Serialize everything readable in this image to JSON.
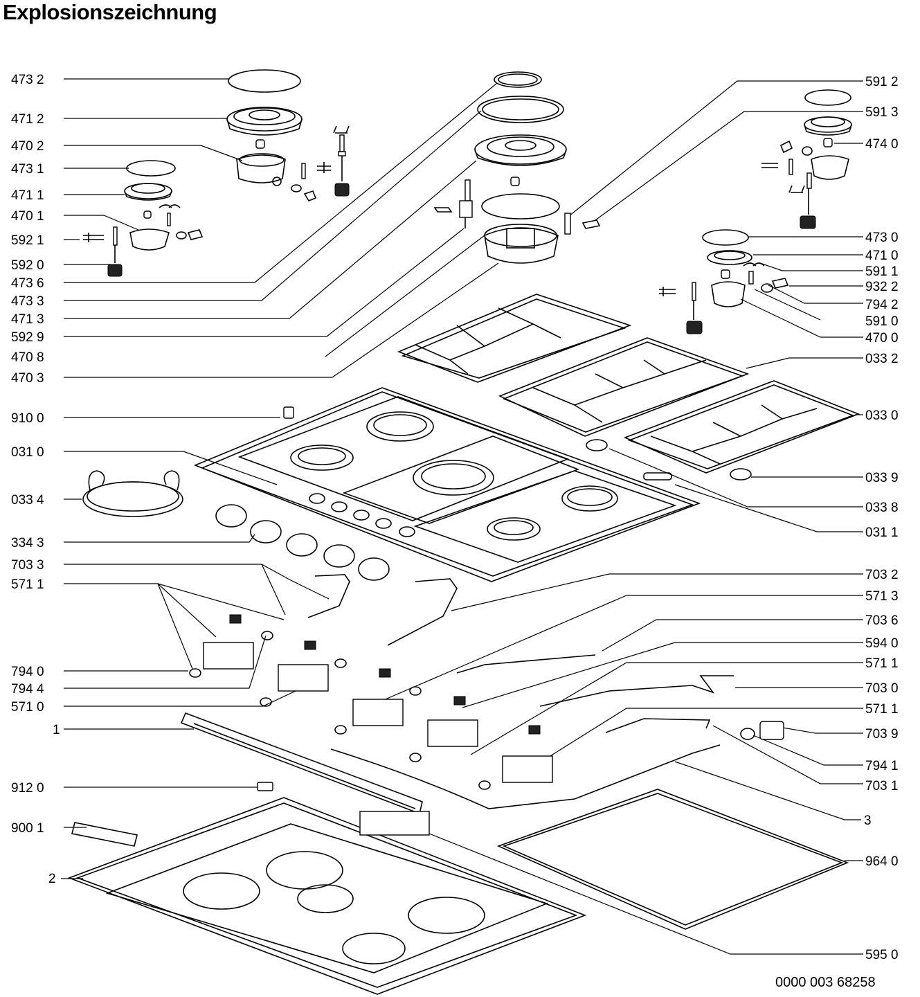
{
  "title": "Explosionszeichnung",
  "document_number": "0000 003 68258",
  "labels_left": [
    "473 2",
    "471 2",
    "470 2",
    "473 1",
    "471 1",
    "470 1",
    "592 1",
    "592 0",
    "473 6",
    "473 3",
    "471 3",
    "592 9",
    "470 8",
    "470 3",
    "910 0",
    "031 0",
    "033 4",
    "334 3",
    "703 3",
    "571 1",
    "794 0",
    "794 4",
    "571 0",
    "1",
    "912 0",
    "900 1",
    "2"
  ],
  "labels_right": [
    "591 2",
    "591 3",
    "474 0",
    "473 0",
    "471 0",
    "591 1",
    "932 2",
    "794 2",
    "591 0",
    "470 0",
    "033 2",
    "033 0",
    "033 9",
    "033 8",
    "031 1",
    "703 2",
    "571 3",
    "703 6",
    "594 0",
    "571 1",
    "703 0",
    "571 1",
    "703 9",
    "794 1",
    "703 1",
    "3",
    "964 0",
    "595 0"
  ]
}
